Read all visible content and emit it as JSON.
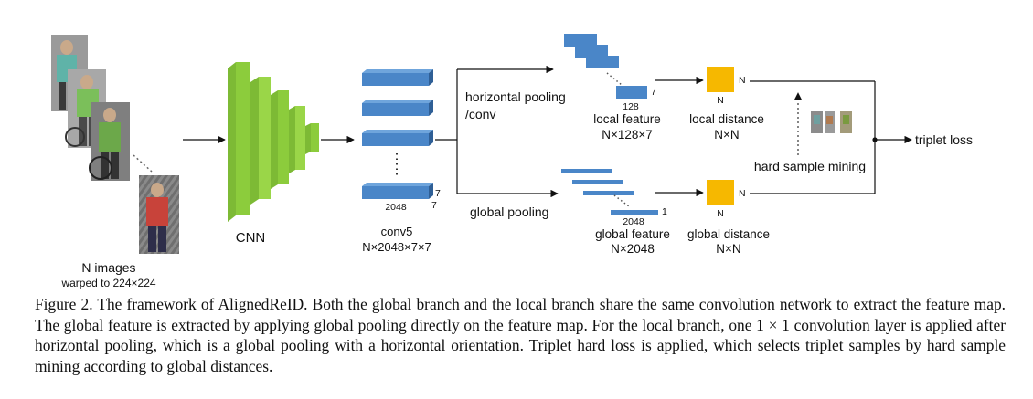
{
  "input": {
    "label": "N images",
    "sublabel": "warped to 224×224"
  },
  "cnn": {
    "label": "CNN"
  },
  "conv5": {
    "channels": "2048",
    "height": "7",
    "width": "7",
    "label": "conv5",
    "dims": "N×2048×7×7"
  },
  "local_branch": {
    "op_line1": "horizontal pooling",
    "op_line2": "/conv",
    "feature_channels": "128",
    "feature_height": "7",
    "feature_label": "local feature",
    "feature_dims": "N×128×7",
    "distance_size": "N",
    "distance_label": "local distance",
    "distance_dims": "N×N"
  },
  "global_branch": {
    "op_label": "global pooling",
    "feature_channels": "2048",
    "feature_size": "1",
    "feature_label": "global feature",
    "feature_dims": "N×2048",
    "distance_size": "N",
    "distance_label": "global distance",
    "distance_dims": "N×N"
  },
  "mining": {
    "label": "hard sample mining"
  },
  "output": {
    "label": "triplet loss"
  },
  "caption": "Figure 2. The framework of AlignedReID. Both the global branch and the local branch share the same convolution network to extract the feature map. The global feature is extracted by applying global pooling directly on the feature map. For the local branch, one 1 × 1 convolution layer is applied after horizontal pooling, which is a global pooling with a horizontal orientation. Triplet hard loss is applied, which selects triplet samples by hard sample mining according to global distances.",
  "colors": {
    "feature_blue": "#4a86c8",
    "cnn_green": "#8ccc3c",
    "distance_yellow": "#f6b800"
  }
}
